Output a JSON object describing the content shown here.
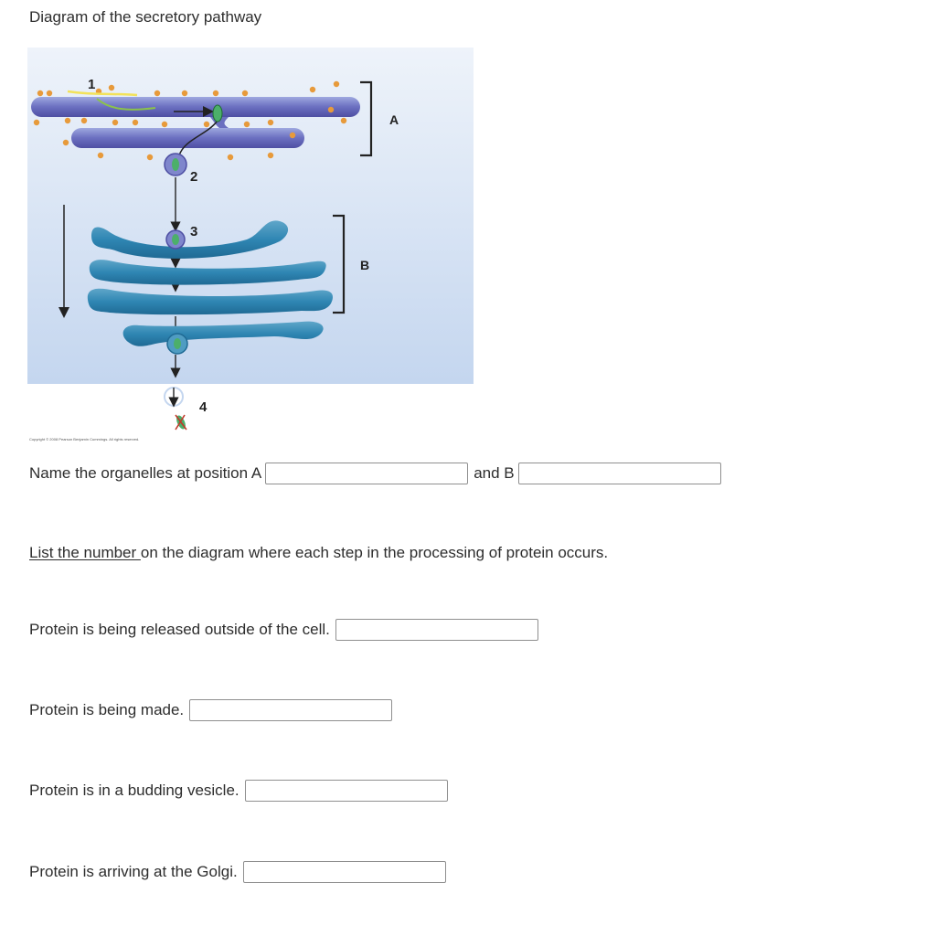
{
  "title": "Diagram of the secretory pathway",
  "diagram": {
    "labels": {
      "step1": "1",
      "step2": "2",
      "step3": "3",
      "step4": "4",
      "pos_a": "A",
      "pos_b": "B"
    },
    "copyright": "Copyright © 2008 Pearson Benjamin Cummings. All rights reserved."
  },
  "q1": {
    "prefix": "Name the organelles at position A",
    "middle": "and B",
    "answer_a": "",
    "answer_b": ""
  },
  "instruction": {
    "underlined": "List the number ",
    "rest": "on the diagram where each step in the processing of protein occurs."
  },
  "steps": [
    {
      "label": "Protein is being released outside of the cell.",
      "answer": ""
    },
    {
      "label": "Protein is being made.",
      "answer": ""
    },
    {
      "label": "Protein is in a budding vesicle.",
      "answer": ""
    },
    {
      "label": "Protein is arriving at the Golgi.",
      "answer": ""
    }
  ]
}
